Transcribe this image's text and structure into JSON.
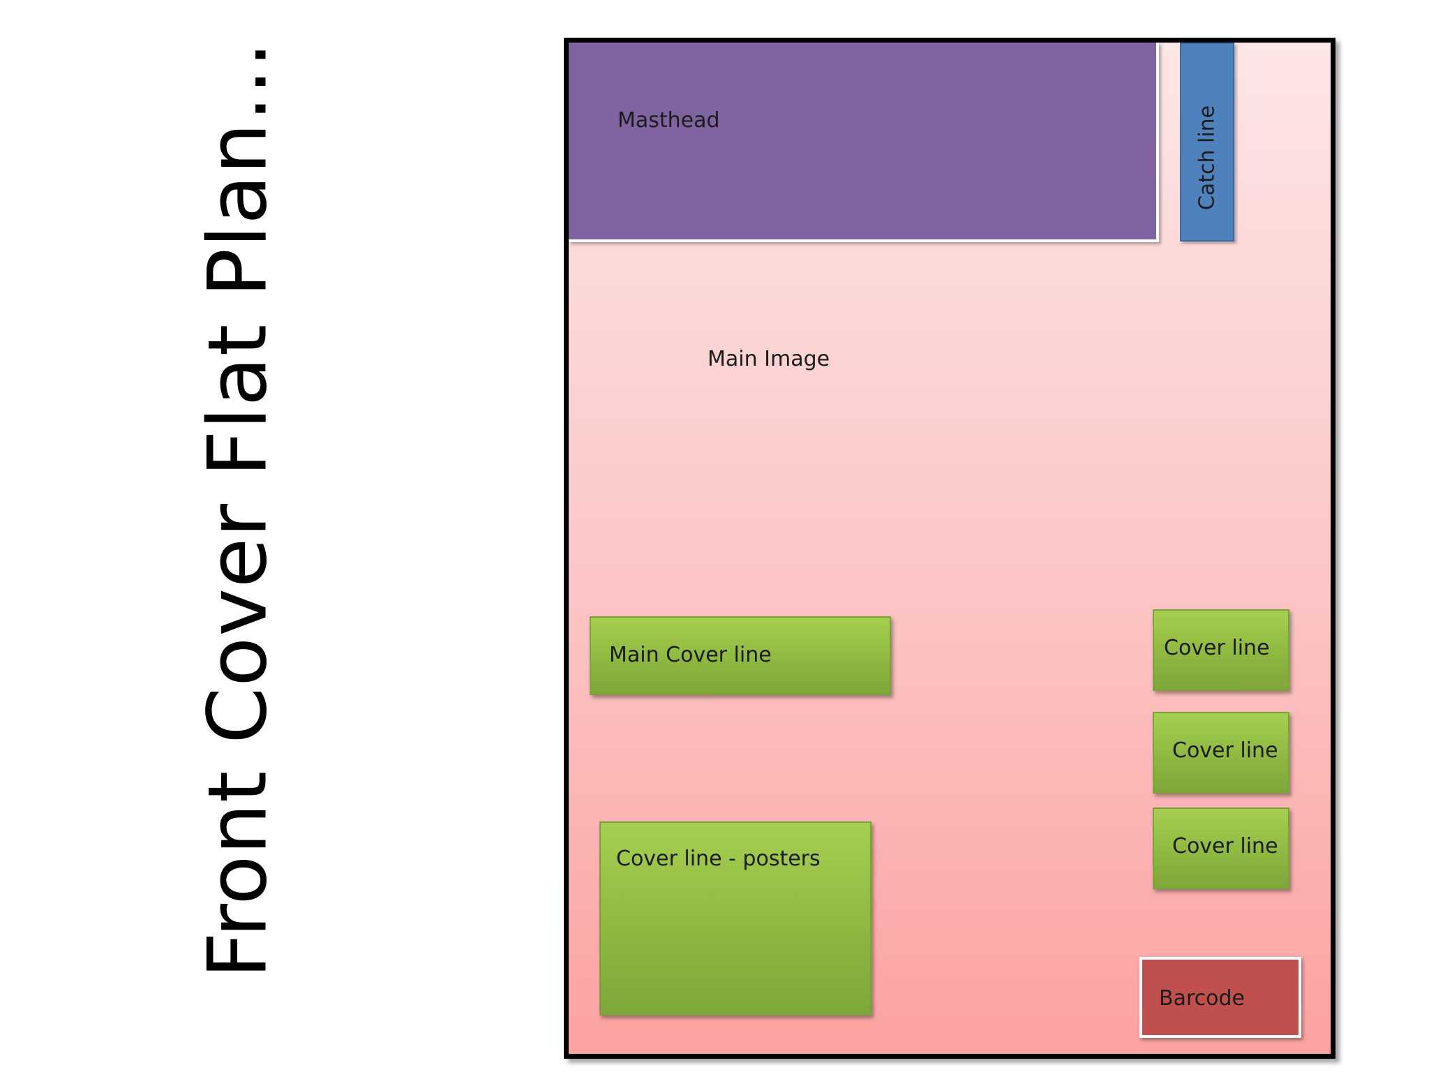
{
  "slide": {
    "title": "Front Cover Flat Plan…"
  },
  "cover": {
    "masthead": "Masthead",
    "catch_line": "Catch line",
    "main_image": "Main Image",
    "main_cover_line": "Main Cover line",
    "cover_line_posters": "Cover line - posters",
    "cover_lines": [
      "Cover line",
      "Cover line",
      "Cover line"
    ],
    "barcode": "Barcode"
  },
  "colors": {
    "masthead": "#8064a2",
    "catch_line": "#4f81bd",
    "cover_line": "#9bbb59",
    "barcode": "#c0504d",
    "background_top": "#fde6e6",
    "background_bottom": "#fca2a2"
  }
}
